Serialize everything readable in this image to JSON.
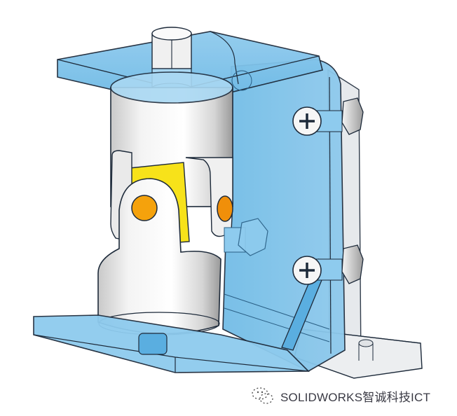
{
  "figure": {
    "subject": "Universal joint assembly on transparent blue bracket",
    "colors": {
      "background": "#ffffff",
      "bracket_blue": "#7ec3ea",
      "bracket_blue_dark": "#5aaee0",
      "outline": "#1d2a3a",
      "metal_white": "#f2f2f2",
      "metal_shade": "#b9b9b9",
      "yellow_block": "#f7e21a",
      "orange_pin": "#f5a20c",
      "clear_plate": "#e9ecef"
    },
    "parts": [
      {
        "name": "top-bracket-plate"
      },
      {
        "name": "hex-bolt-top"
      },
      {
        "name": "yoke-cylinder-upper"
      },
      {
        "name": "yoke-cylinder-lower"
      },
      {
        "name": "cross-block"
      },
      {
        "name": "pivot-pin-left"
      },
      {
        "name": "pivot-pin-right"
      },
      {
        "name": "side-mount-plate"
      },
      {
        "name": "phillips-screw-upper"
      },
      {
        "name": "phillips-screw-lower"
      },
      {
        "name": "hex-nut-upper"
      },
      {
        "name": "hex-nut-lower"
      },
      {
        "name": "hex-nut-center"
      },
      {
        "name": "base-plate"
      },
      {
        "name": "clear-back-plate"
      },
      {
        "name": "support-rib"
      }
    ]
  },
  "watermark": {
    "icon": "wechat-icon",
    "text": "SOLIDWORKS智诚科技ICT"
  }
}
